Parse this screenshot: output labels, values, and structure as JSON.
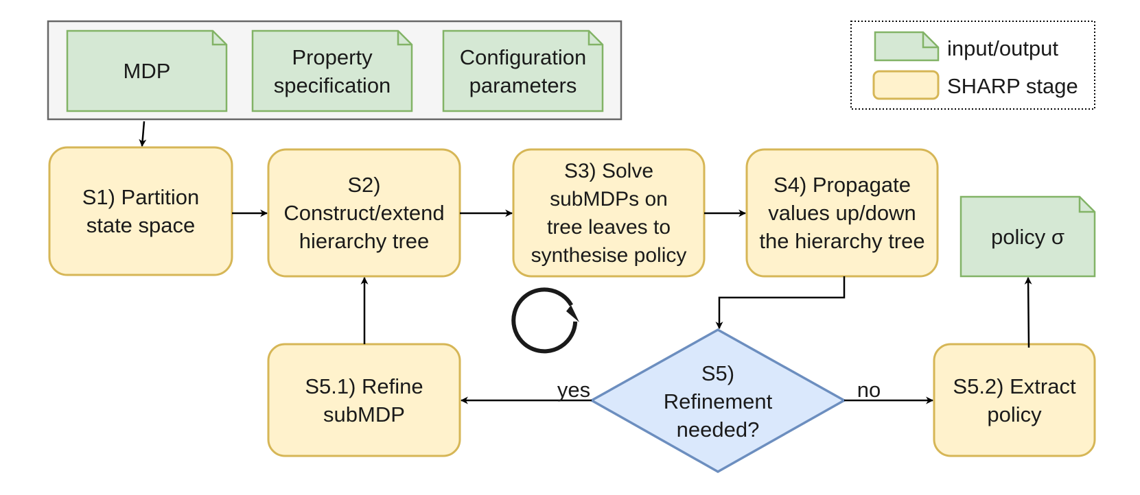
{
  "inputs": {
    "mdp": [
      "MDP"
    ],
    "property": [
      "Property",
      "specification"
    ],
    "config": [
      "Configuration",
      "parameters"
    ]
  },
  "legend": {
    "io": "input/output",
    "stage": "SHARP stage"
  },
  "stages": {
    "s1": [
      "S1) Partition",
      "state space"
    ],
    "s2": [
      "S2)",
      "Construct/extend",
      "hierarchy tree"
    ],
    "s3": [
      "S3) Solve",
      "subMDPs on",
      "tree leaves to",
      "synthesise policy"
    ],
    "s4": [
      "S4) Propagate",
      "values up/down",
      "the hierarchy tree"
    ],
    "s5": [
      "S5)",
      "Refinement",
      "needed?"
    ],
    "s51": [
      "S5.1) Refine",
      "subMDP"
    ],
    "s52": [
      "S5.2) Extract",
      "policy"
    ]
  },
  "output": [
    "policy σ"
  ],
  "edges": {
    "yes": "yes",
    "no": "no"
  },
  "colors": {
    "io_fill": "#d5e8d4",
    "io_stroke": "#82b366",
    "stage_fill": "#fff2cc",
    "stage_stroke": "#d6b656",
    "decision_fill": "#dae8fc",
    "decision_stroke": "#6c8ebf",
    "group_fill": "#f5f5f5",
    "group_stroke": "#666666"
  }
}
